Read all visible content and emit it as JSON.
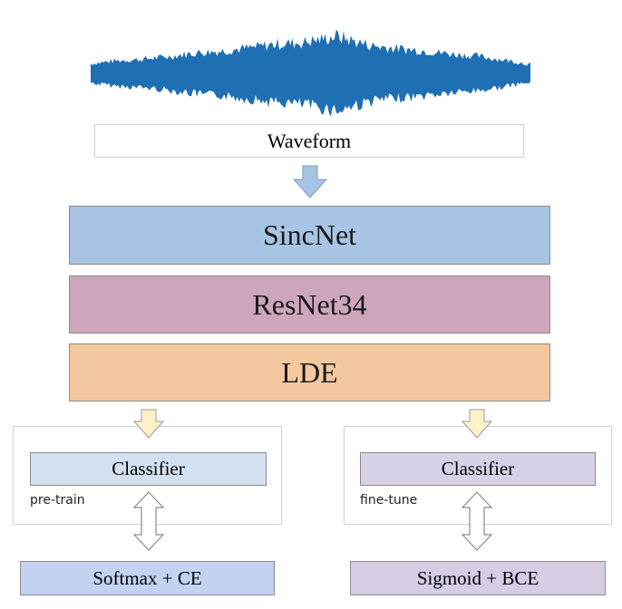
{
  "colors": {
    "waveform": "#1f6fb4",
    "sincnet": "#a8c4e4",
    "resnet": "#cea6bc",
    "lde": "#f3c89f",
    "arrow_blue": "#a8c4e4",
    "arrow_yellow": "#fdf1c8",
    "classifier_left": "#d3e0f0",
    "classifier_right": "#d8d0e6",
    "softmax": "#c2d2f0",
    "sigmoid": "#d6cce4"
  },
  "waveform": {
    "label": "Waveform"
  },
  "blocks": {
    "sincnet": "SincNet",
    "resnet": "ResNet34",
    "lde": "LDE"
  },
  "branches": {
    "left": {
      "classifier": "Classifier",
      "phase": "pre-train",
      "output": "Softmax + CE"
    },
    "right": {
      "classifier": "Classifier",
      "phase": "fine-tune",
      "output": "Sigmoid + BCE"
    }
  }
}
